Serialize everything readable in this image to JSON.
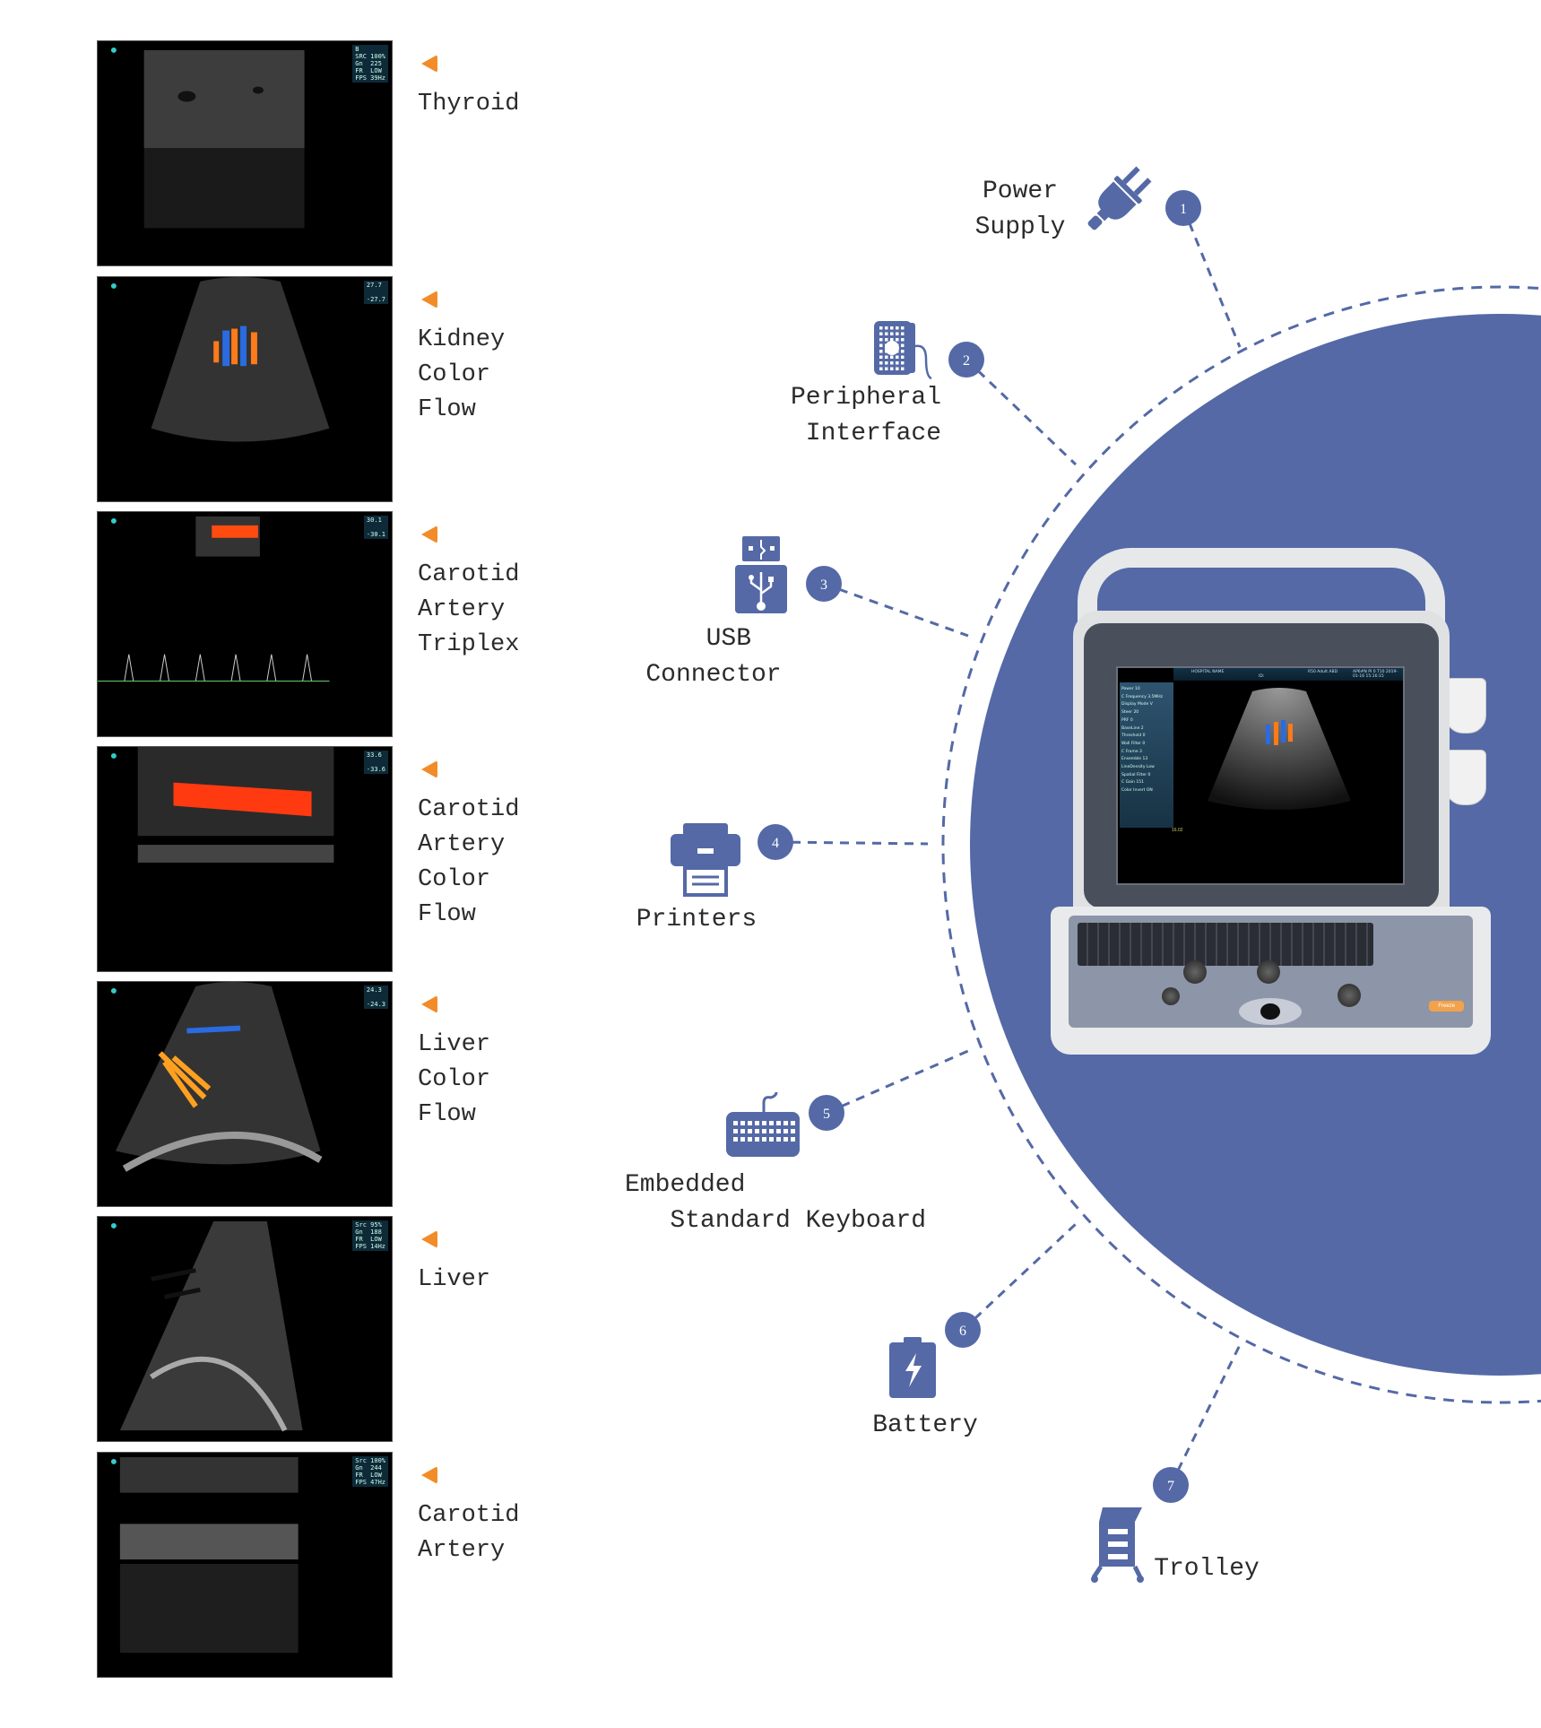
{
  "colors": {
    "accent_blue": "#5469a6",
    "arrow_orange": "#f28c28",
    "text": "#2b2b2b"
  },
  "scans": [
    {
      "label_lines": [
        "Thyroid"
      ],
      "overlay": "B\nSRC 100%\nGn  225\nFR  LOW\nFPS 39Hz"
    },
    {
      "label_lines": [
        "Kidney",
        "Color",
        "Flow"
      ],
      "overlay": "27.7\n\n-27.7"
    },
    {
      "label_lines": [
        "Carotid",
        "Artery",
        "Triplex"
      ],
      "overlay": "30.1\n\n-30.1"
    },
    {
      "label_lines": [
        "Carotid",
        "Artery",
        "Color",
        "Flow"
      ],
      "overlay": "33.6\n\n-33.6"
    },
    {
      "label_lines": [
        "Liver",
        "Color",
        "Flow"
      ],
      "overlay": "24.3\n\n-24.3"
    },
    {
      "label_lines": [
        "Liver"
      ],
      "overlay": "Src 95%\nGn  188\nFR  LOW\nFPS 14Hz"
    },
    {
      "label_lines": [
        "Carotid",
        "Artery"
      ],
      "overlay": "Src 100%\nGn  244\nFR  LOW\nFPS 47Hz"
    }
  ],
  "features": [
    {
      "number": "1",
      "label": "Power\nSupply",
      "icon": "plug-icon"
    },
    {
      "number": "2",
      "label": "Peripheral\n Interface",
      "icon": "speaker-icon"
    },
    {
      "number": "3",
      "label": "  USB\nConnector",
      "icon": "usb-icon"
    },
    {
      "number": "4",
      "label": "Printers",
      "icon": "printer-icon"
    },
    {
      "number": "5",
      "label": "Embedded\n   Standard Keyboard",
      "icon": "keyboard-icon"
    },
    {
      "number": "6",
      "label": "Battery",
      "icon": "battery-icon"
    },
    {
      "number": "7",
      "label": "Trolley",
      "icon": "trolley-icon"
    }
  ],
  "device_screen": {
    "hospital": "HOSPITAL NAME",
    "id": "ID:",
    "probe": "R50 Adult ABD",
    "datetime": "AP6#N PI 0 T10 2019-01-16 15:16:15",
    "menu": [
      "Power  10",
      "C Frequency 3.5MHz",
      "Display Mode V",
      "Steer  20",
      "PRF  0",
      "BaseLine  2",
      "Threshold  0",
      "Wall Filter  0",
      "C Frame  3",
      "Ensemble  13",
      "LineDensity  Low",
      "Spatial Filter 0",
      "C Gain  151",
      "Color Invert  ON"
    ],
    "depth": "16.02",
    "freeze_key": "Freeze"
  }
}
